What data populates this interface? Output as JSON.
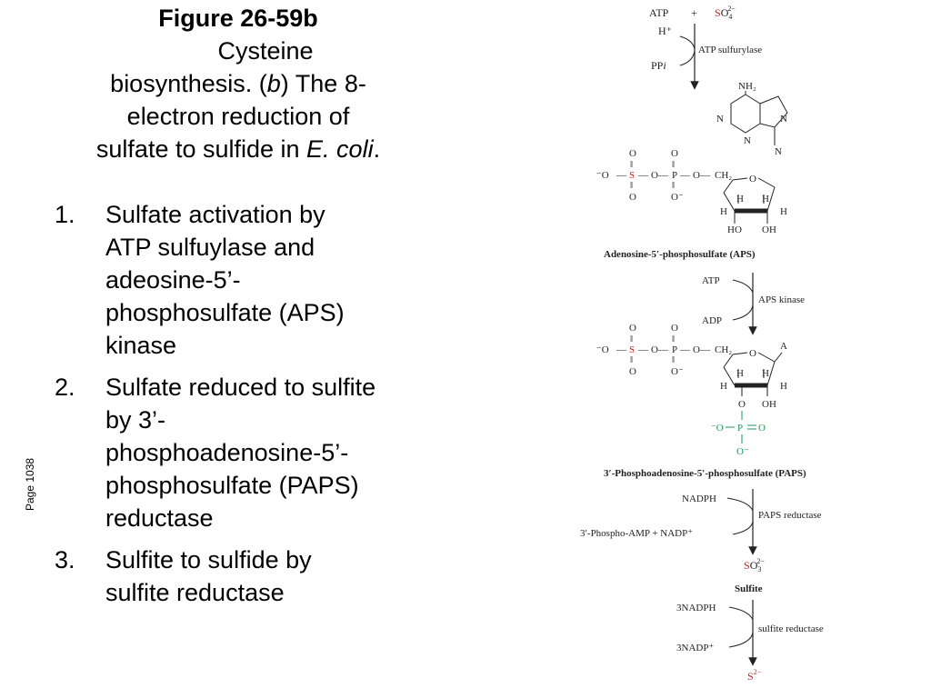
{
  "page_label": "Page 1038",
  "title": {
    "figure": "Figure 26-59b",
    "line1": "Cysteine",
    "line2_pre": "biosynthesis. (",
    "line2_italic": "b",
    "line2_post": ") The 8-",
    "line3": "electron reduction of",
    "line4_pre": "sulfate to sulfide in ",
    "line4_italic": "E. coli",
    "line4_post": "."
  },
  "steps": [
    {
      "num": "1.",
      "lines": [
        "Sulfate activation by",
        "ATP sulfuylase and",
        "adeosine-5’-",
        "phosphosulfate (APS)",
        "kinase"
      ]
    },
    {
      "num": "2.",
      "lines": [
        "Sulfate reduced to sulfite",
        "by 3’-",
        "phosphoadenosine-5’-",
        "phosphosulfate (PAPS)",
        "reductase"
      ]
    },
    {
      "num": "3.",
      "lines": [
        "Sulfite to sulfide by",
        "sulfite reductase"
      ]
    }
  ],
  "scheme": {
    "colors": {
      "sulfur": "#cc2222",
      "phosphate": "#1a9a5a",
      "ink": "#222222"
    },
    "step1": {
      "atp": "ATP",
      "plus": "+",
      "s": "S",
      "o4": "O",
      "o4_sub": "4",
      "o4_sup": "2−",
      "hplus": "H⁺",
      "ppi": "PP",
      "ppi_i": "i",
      "enzyme": "ATP sulfurylase"
    },
    "aps_ring": {
      "nh2": "NH₂",
      "n": "N"
    },
    "phos": {
      "o": "O",
      "dbl": "‖",
      "ominus": "⁻O",
      "s": "S",
      "p": "P",
      "ominus_below": "O⁻",
      "ch2": "CH₂",
      "dash": "—"
    },
    "sugar": {
      "o": "O",
      "h": "H",
      "ho": "HO",
      "oh": "OH",
      "a": "A"
    },
    "aps_label": "Adenosine-5′-phosphosulfate (APS)",
    "step2": {
      "atp": "ATP",
      "adp": "ADP",
      "enzyme": "APS kinase"
    },
    "paps_phosphate": {
      "o": "O",
      "ominus": "⁻O",
      "p": "P",
      "eq_o": "O",
      "ominus_below": "O⁻"
    },
    "paps_label": "3′-Phosphoadenosine-5′-phosphosulfate (PAPS)",
    "step3": {
      "nadph": "NADPH",
      "products": "3′-Phospho-AMP + NADP⁺",
      "enzyme": "PAPS reductase",
      "s": "S",
      "o3": "O",
      "o3_sub": "3",
      "o3_sup": "2−",
      "label": "Sulfite"
    },
    "step4": {
      "nadph": "3NADPH",
      "nadp": "3NADP⁺",
      "enzyme": "sulfite reductase",
      "s": "S",
      "s_sup": "2−"
    }
  }
}
